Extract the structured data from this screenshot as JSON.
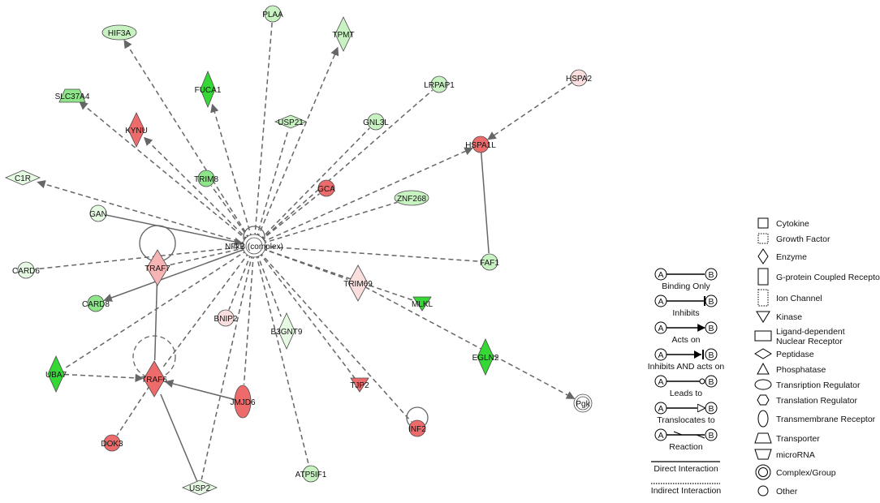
{
  "colors": {
    "node_stroke": "#4a4a4a",
    "edge": "#666666",
    "light_green": "#c9f2c3",
    "green": "#8fe68a",
    "bright_green": "#35d835",
    "pale_green": "#e6f9e3",
    "light_red": "#f7b4b4",
    "red": "#ee6b6b",
    "pale_red": "#fbdede",
    "white": "#ffffff"
  },
  "nodes": [
    {
      "id": "PLAA",
      "label": "PLAA",
      "shape": "circle",
      "fill": "light_green"
    },
    {
      "id": "HIF3A",
      "label": "HIF3A",
      "shape": "ellipse",
      "fill": "light_green"
    },
    {
      "id": "TPMT",
      "label": "TPMT",
      "shape": "diamond",
      "fill": "light_green"
    },
    {
      "id": "HSPA2",
      "label": "HSPA2",
      "shape": "circle",
      "fill": "pale_red"
    },
    {
      "id": "FUCA1",
      "label": "FUCA1",
      "shape": "diamond",
      "fill": "bright_green"
    },
    {
      "id": "SLC37A4",
      "label": "SLC37A4",
      "shape": "trapezoid",
      "fill": "green"
    },
    {
      "id": "LRPAP1",
      "label": "LRPAP1",
      "shape": "circle",
      "fill": "light_green"
    },
    {
      "id": "KYNU",
      "label": "KYNU",
      "shape": "diamond",
      "fill": "red"
    },
    {
      "id": "USP21",
      "label": "USP21",
      "shape": "diamond",
      "fill": "light_green"
    },
    {
      "id": "GNL3L",
      "label": "GNL3L",
      "shape": "circle",
      "fill": "light_green"
    },
    {
      "id": "HSPA1L",
      "label": "HSPA1L",
      "shape": "circle",
      "fill": "red"
    },
    {
      "id": "C1R",
      "label": "C1R",
      "shape": "diamond",
      "fill": "pale_green"
    },
    {
      "id": "TRIM8",
      "label": "TRIM8",
      "shape": "circle",
      "fill": "green"
    },
    {
      "id": "GCA",
      "label": "GCA",
      "shape": "circle",
      "fill": "red"
    },
    {
      "id": "ZNF268",
      "label": "ZNF268",
      "shape": "ellipse",
      "fill": "light_green"
    },
    {
      "id": "GAN",
      "label": "GAN",
      "shape": "circle",
      "fill": "pale_green"
    },
    {
      "id": "NFKB",
      "label": "NFkB (complex)",
      "shape": "complex",
      "fill": "white"
    },
    {
      "id": "CARD6",
      "label": "CARD6",
      "shape": "circle",
      "fill": "pale_green"
    },
    {
      "id": "TRAF7",
      "label": "TRAF7",
      "shape": "diamond",
      "fill": "light_red"
    },
    {
      "id": "FAF1",
      "label": "FAF1",
      "shape": "circle",
      "fill": "light_green"
    },
    {
      "id": "TRIM69",
      "label": "TRIM69",
      "shape": "diamond",
      "fill": "pale_red"
    },
    {
      "id": "CARD8",
      "label": "CARD8",
      "shape": "circle",
      "fill": "green"
    },
    {
      "id": "MLKL",
      "label": "MLKL",
      "shape": "triangle-down",
      "fill": "bright_green"
    },
    {
      "id": "BNIP2",
      "label": "BNIP2",
      "shape": "circle",
      "fill": "pale_red"
    },
    {
      "id": "B3GNT9",
      "label": "B3GNT9",
      "shape": "diamond",
      "fill": "pale_green"
    },
    {
      "id": "UBA7",
      "label": "UBA7",
      "shape": "diamond",
      "fill": "bright_green"
    },
    {
      "id": "EGLN2",
      "label": "EGLN2",
      "shape": "diamond",
      "fill": "bright_green"
    },
    {
      "id": "TRAF6",
      "label": "TRAF6",
      "shape": "diamond",
      "fill": "red"
    },
    {
      "id": "TJP2",
      "label": "TJP2",
      "shape": "triangle-down",
      "fill": "red"
    },
    {
      "id": "JMJD6",
      "label": "JMJD6",
      "shape": "ellipse-v",
      "fill": "red"
    },
    {
      "id": "Pgk",
      "label": "Pgk",
      "shape": "complex-small",
      "fill": "white"
    },
    {
      "id": "INF2",
      "label": "INF2",
      "shape": "circle",
      "fill": "red"
    },
    {
      "id": "DOK3",
      "label": "DOK3",
      "shape": "circle",
      "fill": "red"
    },
    {
      "id": "ATP5IF1",
      "label": "ATP5IF1",
      "shape": "circle",
      "fill": "light_green"
    },
    {
      "id": "USP2",
      "label": "USP2",
      "shape": "diamond",
      "fill": "pale_green"
    }
  ],
  "edges": [
    {
      "from": "NFKB",
      "to": "HIF3A",
      "dashed": true,
      "arrow": true
    },
    {
      "from": "NFKB",
      "to": "PLAA",
      "dashed": true,
      "arrow": false
    },
    {
      "from": "NFKB",
      "to": "TPMT",
      "dashed": true,
      "arrow": true
    },
    {
      "from": "NFKB",
      "to": "FUCA1",
      "dashed": true,
      "arrow": true
    },
    {
      "from": "NFKB",
      "to": "SLC37A4",
      "dashed": true,
      "arrow": true
    },
    {
      "from": "NFKB",
      "to": "KYNU",
      "dashed": true,
      "arrow": true
    },
    {
      "from": "NFKB",
      "to": "LRPAP1",
      "dashed": true,
      "arrow": false
    },
    {
      "from": "NFKB",
      "to": "USP21",
      "dashed": true,
      "arrow": false
    },
    {
      "from": "NFKB",
      "to": "GNL3L",
      "dashed": true,
      "arrow": false
    },
    {
      "from": "NFKB",
      "to": "HSPA1L",
      "dashed": true,
      "arrow": true
    },
    {
      "from": "NFKB",
      "to": "C1R",
      "dashed": true,
      "arrow": true
    },
    {
      "from": "NFKB",
      "to": "TRIM8",
      "dashed": true,
      "arrow": false
    },
    {
      "from": "NFKB",
      "to": "GCA",
      "dashed": true,
      "arrow": false
    },
    {
      "from": "NFKB",
      "to": "ZNF268",
      "dashed": true,
      "arrow": false
    },
    {
      "from": "GAN",
      "to": "NFKB",
      "dashed": false,
      "arrow": true
    },
    {
      "from": "NFKB",
      "to": "CARD6",
      "dashed": true,
      "arrow": false
    },
    {
      "from": "NFKB",
      "to": "TRAF7",
      "dashed": true,
      "arrow": false
    },
    {
      "from": "NFKB",
      "to": "FAF1",
      "dashed": true,
      "arrow": false
    },
    {
      "from": "NFKB",
      "to": "TRIM69",
      "dashed": true,
      "arrow": false
    },
    {
      "from": "NFKB",
      "to": "CARD8",
      "dashed": false,
      "arrow": true
    },
    {
      "from": "NFKB",
      "to": "MLKL",
      "dashed": true,
      "arrow": false
    },
    {
      "from": "NFKB",
      "to": "BNIP2",
      "dashed": true,
      "arrow": false
    },
    {
      "from": "NFKB",
      "to": "B3GNT9",
      "dashed": true,
      "arrow": false
    },
    {
      "from": "NFKB",
      "to": "UBA7",
      "dashed": true,
      "arrow": false
    },
    {
      "from": "NFKB",
      "to": "TRAF6",
      "dashed": true,
      "arrow": false
    },
    {
      "from": "NFKB",
      "to": "TJP2",
      "dashed": true,
      "arrow": false
    },
    {
      "from": "NFKB",
      "to": "JMJD6",
      "dashed": true,
      "arrow": false
    },
    {
      "from": "NFKB",
      "to": "INF2",
      "dashed": true,
      "arrow": false
    },
    {
      "from": "NFKB",
      "to": "ATP5IF1",
      "dashed": true,
      "arrow": false
    },
    {
      "from": "NFKB",
      "to": "USP2",
      "dashed": true,
      "arrow": false
    },
    {
      "from": "TRIM69",
      "to": "Pgk",
      "dashed": true,
      "arrow": true
    },
    {
      "from": "HSPA2",
      "to": "HSPA1L",
      "dashed": true,
      "arrow": true
    },
    {
      "from": "HSPA1L",
      "to": "FAF1",
      "dashed": false,
      "arrow": false
    },
    {
      "from": "TRAF7",
      "to": "TRAF6",
      "dashed": false,
      "arrow": false
    },
    {
      "from": "JMJD6",
      "to": "TRAF6",
      "dashed": false,
      "arrow": true
    },
    {
      "from": "UBA7",
      "to": "TRAF6",
      "dashed": true,
      "arrow": true
    },
    {
      "from": "TRAF6",
      "to": "DOK3",
      "dashed": true,
      "arrow": false
    },
    {
      "from": "USP2",
      "to": "TRAF6",
      "dashed": false,
      "arrow": false
    }
  ],
  "self_loops": [
    {
      "node": "NFKB",
      "dashed": false
    },
    {
      "node": "TRAF7",
      "dashed": false
    },
    {
      "node": "TRAF6",
      "dashed": true
    },
    {
      "node": "INF2",
      "dashed": false
    }
  ],
  "legend_edges": [
    {
      "id": "binding",
      "label": "Binding Only",
      "head": "none"
    },
    {
      "id": "inhibits",
      "label": "Inhibits",
      "head": "bar"
    },
    {
      "id": "acts",
      "label": "Acts on",
      "head": "arrow"
    },
    {
      "id": "inhibits_acts",
      "label": "Inhibits AND acts on",
      "head": "arrowbar"
    },
    {
      "id": "leads",
      "label": "Leads to",
      "head": "circle"
    },
    {
      "id": "translocates",
      "label": "Translocates  to",
      "head": "open-arrow"
    },
    {
      "id": "reaction",
      "label": "Reaction",
      "head": "reaction"
    }
  ],
  "legend_node_a": "A",
  "legend_node_b": "B",
  "legend_lines": [
    {
      "id": "direct",
      "label": "Direct Interaction",
      "dashed": false
    },
    {
      "id": "indirect",
      "label": "Indirect Interaction",
      "dashed": true
    }
  ],
  "legend_shapes": [
    {
      "id": "cytokine",
      "label": "Cytokine",
      "icon": "square"
    },
    {
      "id": "growth",
      "label": "Growth Factor",
      "icon": "square-dotted"
    },
    {
      "id": "enzyme",
      "label": "Enzyme",
      "icon": "diamond-v"
    },
    {
      "id": "gpcr",
      "label": "G-protein Coupled Receptor",
      "icon": "rect-v"
    },
    {
      "id": "ion",
      "label": "Ion Channel",
      "icon": "rect-v-dotted"
    },
    {
      "id": "kinase",
      "label": "Kinase",
      "icon": "triangle-down"
    },
    {
      "id": "ldnr",
      "label": "Ligand-dependent\nNuclear Receptor",
      "icon": "rect-h"
    },
    {
      "id": "peptidase",
      "label": "Peptidase",
      "icon": "diamond-h"
    },
    {
      "id": "phosphatase",
      "label": "Phosphatase",
      "icon": "triangle-up"
    },
    {
      "id": "transreg",
      "label": "Transription Regulator",
      "icon": "ellipse-h"
    },
    {
      "id": "translreg",
      "label": "Translation Regulator",
      "icon": "hexagon"
    },
    {
      "id": "tmr",
      "label": "Transmembrane Receptor",
      "icon": "ellipse-v"
    },
    {
      "id": "transporter",
      "label": "Transporter",
      "icon": "trapezoid"
    },
    {
      "id": "mirna",
      "label": "microRNA",
      "icon": "trapezoid-inv"
    },
    {
      "id": "complex",
      "label": "Complex/Group",
      "icon": "double-circle"
    },
    {
      "id": "other",
      "label": "Other",
      "icon": "circle"
    }
  ]
}
